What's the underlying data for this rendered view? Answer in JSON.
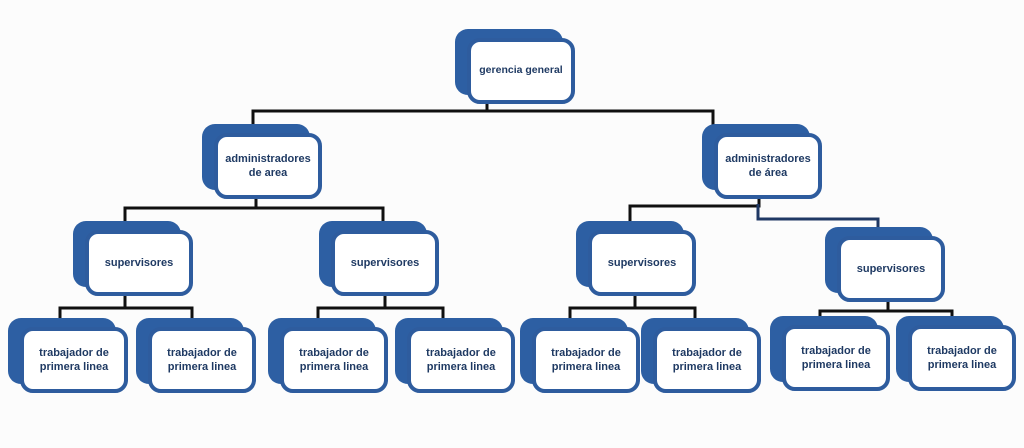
{
  "diagram": {
    "type": "org-chart",
    "nodes": {
      "root": {
        "id": "root",
        "label": "gerencia general"
      },
      "admin_left": {
        "id": "admin_left",
        "label": "administradores de area"
      },
      "admin_right": {
        "id": "admin_right",
        "label": "administradores de área"
      },
      "sup_1": {
        "id": "sup_1",
        "label": "supervisores"
      },
      "sup_2": {
        "id": "sup_2",
        "label": "supervisores"
      },
      "sup_3": {
        "id": "sup_3",
        "label": "supervisores"
      },
      "sup_4": {
        "id": "sup_4",
        "label": "supervisores"
      },
      "worker_1": {
        "id": "worker_1",
        "label": "trabajador de primera linea"
      },
      "worker_2": {
        "id": "worker_2",
        "label": "trabajador de primera linea"
      },
      "worker_3": {
        "id": "worker_3",
        "label": "trabajador de primera linea"
      },
      "worker_4": {
        "id": "worker_4",
        "label": "trabajador de primera linea"
      },
      "worker_5": {
        "id": "worker_5",
        "label": "trabajador de primera linea"
      },
      "worker_6": {
        "id": "worker_6",
        "label": "trabajador de primera linea"
      },
      "worker_7": {
        "id": "worker_7",
        "label": "trabajador de primera linea"
      },
      "worker_8": {
        "id": "worker_8",
        "label": "trabajador de primera linea"
      }
    },
    "edges": [
      {
        "from": "root",
        "to": "admin_left"
      },
      {
        "from": "root",
        "to": "admin_right"
      },
      {
        "from": "admin_left",
        "to": "sup_1"
      },
      {
        "from": "admin_left",
        "to": "sup_2"
      },
      {
        "from": "admin_right",
        "to": "sup_3"
      },
      {
        "from": "admin_right",
        "to": "sup_4"
      },
      {
        "from": "sup_1",
        "to": "worker_1"
      },
      {
        "from": "sup_1",
        "to": "worker_2"
      },
      {
        "from": "sup_2",
        "to": "worker_3"
      },
      {
        "from": "sup_2",
        "to": "worker_4"
      },
      {
        "from": "sup_3",
        "to": "worker_5"
      },
      {
        "from": "sup_3",
        "to": "worker_6"
      },
      {
        "from": "sup_4",
        "to": "worker_7"
      },
      {
        "from": "sup_4",
        "to": "worker_8"
      }
    ],
    "colors": {
      "box_shadow_fill": "#2d5fa3",
      "box_border": "#2e5c9e",
      "box_face_fill": "#ffffff",
      "label_text": "#1f3a63",
      "connector_dark": "#101010",
      "connector_navy": "#1f3864",
      "background": "#fcfcfc"
    }
  }
}
